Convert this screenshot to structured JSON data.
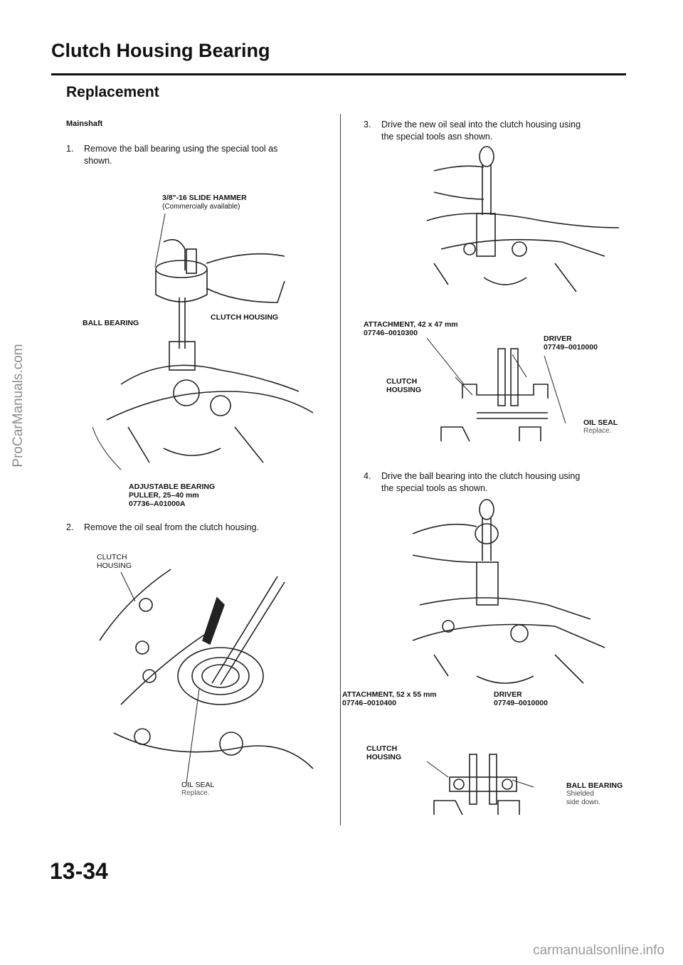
{
  "header": {
    "title": "Clutch Housing Bearing",
    "subtitle": "Replacement"
  },
  "section": "Mainshaft",
  "steps": [
    {
      "num": "1.",
      "line1": "Remove the ball bearing using the special tool as",
      "line2": "shown."
    },
    {
      "num": "2.",
      "line1": "Remove the oil seal from the clutch housing.",
      "line2": ""
    },
    {
      "num": "3.",
      "line1": "Drive the new oil seal into the clutch housing using",
      "line2": "the special tools asn shown."
    },
    {
      "num": "4.",
      "line1": "Drive the ball bearing into the clutch housing using",
      "line2": "the special tools as shown."
    }
  ],
  "fig1": {
    "hammer": "3/8\"-16 SLIDE HAMMER",
    "hammer_note": "(Commercially available)",
    "ball_bearing": "BALL BEARING",
    "clutch_housing": "CLUTCH HOUSING",
    "puller_line1": "ADJUSTABLE BEARING",
    "puller_line2": "PULLER, 25–40 mm",
    "puller_line3": "07736–A01000A"
  },
  "fig2": {
    "housing_line1": "CLUTCH",
    "housing_line2": "HOUSING",
    "seal": "OIL SEAL",
    "seal_note": "Replace."
  },
  "fig3": {
    "attachment_line1": "ATTACHMENT, 42 x 47 mm",
    "attachment_line2": "07746–0010300",
    "driver_line1": "DRIVER",
    "driver_line2": "07749–0010000",
    "housing_line1": "CLUTCH",
    "housing_line2": "HOUSING",
    "seal": "OIL SEAL",
    "seal_note": "Replace."
  },
  "fig4": {
    "attachment_line1": "ATTACHMENT, 52 x 55 mm",
    "attachment_line2": "07746–0010400",
    "driver_line1": "DRIVER",
    "driver_line2": "07749–0010000",
    "housing_line1": "CLUTCH",
    "housing_line2": "HOUSING",
    "bearing": "BALL BEARING",
    "bearing_note1": "Shielded",
    "bearing_note2": "side down."
  },
  "page_number": "13-34",
  "watermark": "ProCarManuals.com",
  "footer": "carmanualsonline.info"
}
